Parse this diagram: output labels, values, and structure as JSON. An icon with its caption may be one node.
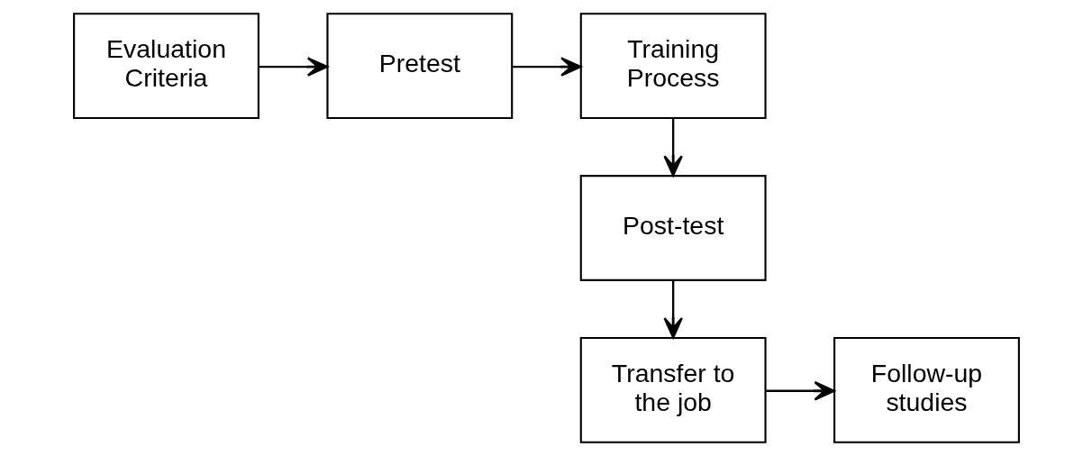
{
  "diagram": {
    "nodes": [
      {
        "text": [
          "Evaluation Criteria"
        ]
      },
      {
        "text": [
          "Pretest"
        ]
      },
      {
        "text": [
          "Training Process"
        ]
      },
      {
        "text": [
          "Post-test"
        ]
      },
      {
        "text": [
          "Transfer to the job"
        ]
      },
      {
        "text": [
          "Follow-up studies"
        ]
      }
    ],
    "edges": [
      {
        "from": 0,
        "to": 1,
        "arrow": "to"
      },
      {
        "from": 1,
        "to": 2,
        "arrow": "to"
      },
      {
        "from": 2,
        "to": 3,
        "arrow": "to"
      },
      {
        "from": 3,
        "to": 4,
        "arrow": "to"
      },
      {
        "from": 4,
        "to": 5,
        "arrow": "to"
      }
    ]
  }
}
